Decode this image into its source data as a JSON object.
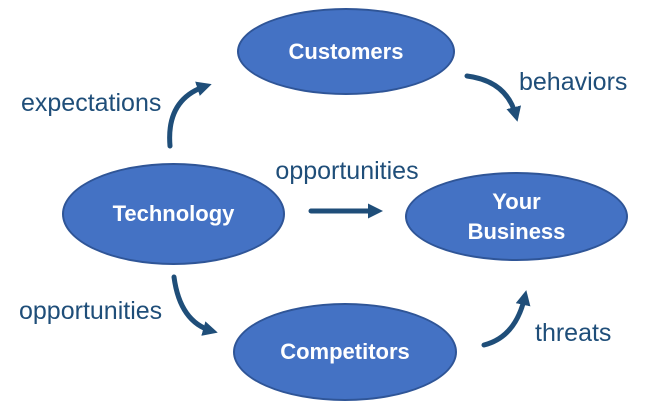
{
  "colors": {
    "background": "#FFFFFF",
    "node_fill": "#4472C4",
    "node_border": "#2F5597",
    "node_text": "#FFFFFF",
    "arrow": "#1F4E79",
    "label": "#1F4E79"
  },
  "nodes": {
    "customers": {
      "label": "Customers"
    },
    "technology": {
      "label": "Technology"
    },
    "your_business": {
      "label": "Your Business"
    },
    "competitors": {
      "label": "Competitors"
    }
  },
  "edges": {
    "technology_to_customers": {
      "label": "expectations"
    },
    "customers_to_your_business": {
      "label": "behaviors"
    },
    "technology_to_your_business": {
      "label": "opportunities"
    },
    "technology_to_competitors": {
      "label": "opportunities"
    },
    "competitors_to_your_business": {
      "label": "threats"
    }
  }
}
